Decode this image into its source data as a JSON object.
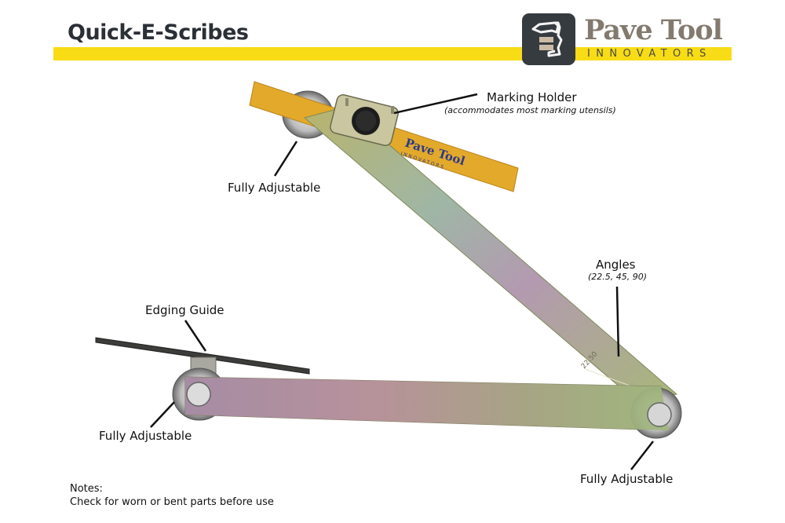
{
  "header": {
    "title": "Quick-E-Scribes",
    "accent_color": "#f7dc16"
  },
  "brand": {
    "icon": "fuel-pump-logo-icon",
    "name": "Pave Tool",
    "tagline": "INNOVATORS",
    "name_color": "#837a6f",
    "icon_bg": "#363b40"
  },
  "callouts": {
    "marking_holder": {
      "label": "Marking Holder",
      "sublabel": "(accommodates most marking utensils)"
    },
    "top_pivot": {
      "label": "Fully Adjustable"
    },
    "angles": {
      "label": "Angles",
      "sublabel": "(22.5, 45, 90)"
    },
    "edging_guide": {
      "label": "Edging Guide"
    },
    "left_pivot": {
      "label": "Fully Adjustable"
    },
    "right_pivot": {
      "label": "Fully Adjustable"
    }
  },
  "product": {
    "marker_imprint": "Pave Tool",
    "marker_imprint_sub": "INNOVATORS",
    "angle_marking": "22.50",
    "marker_color": "#e3a92a"
  },
  "notes": {
    "heading": "Notes:",
    "text": "Check for worn or bent parts before use"
  }
}
